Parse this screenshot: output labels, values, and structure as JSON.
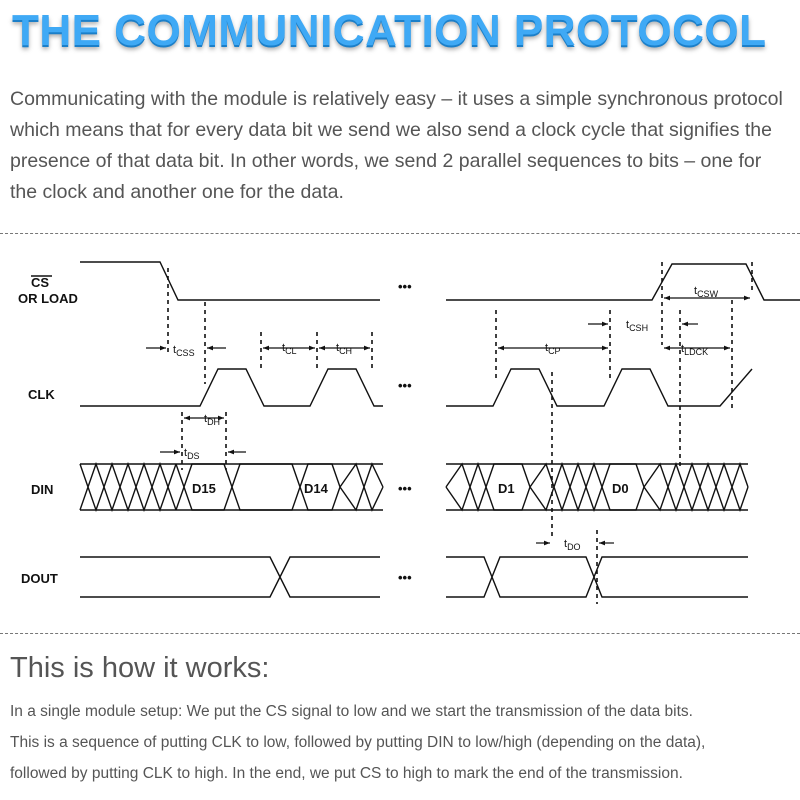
{
  "header": {
    "title": "THE COMMUNICATION PROTOCOL"
  },
  "intro": {
    "lines": [
      "Communicating with the module is relatively easy – it uses a simple synchronous protocol",
      "which means that for every data bit we send we also send a clock cycle that signifies the",
      "presence of that data bit. In other words, we send 2 parallel sequences to bits – one for",
      "the clock and another one for the data."
    ]
  },
  "diagram": {
    "signals": {
      "cs_bar": "CS",
      "cs_rest": "OR LOAD",
      "clk": "CLK",
      "din": "DIN",
      "dout": "DOUT"
    },
    "ellipsis": "•••",
    "data_bits": {
      "d15": "D15",
      "d14": "D14",
      "d1": "D1",
      "d0": "D0"
    },
    "timing": {
      "css": {
        "main": "t",
        "sub": "CSS"
      },
      "cl": {
        "main": "t",
        "sub": "CL"
      },
      "ch": {
        "main": "t",
        "sub": "CH"
      },
      "dh": {
        "main": "t",
        "sub": "DH"
      },
      "ds": {
        "main": "t",
        "sub": "DS"
      },
      "cp": {
        "main": "t",
        "sub": "CP"
      },
      "csh": {
        "main": "t",
        "sub": "CSH"
      },
      "csw": {
        "main": "t",
        "sub": "CSW"
      },
      "ldck": {
        "main": "t",
        "sub": "LDCK"
      },
      "do": {
        "main": "t",
        "sub": "DO"
      }
    }
  },
  "section": {
    "heading": "This is how it works:",
    "lines": [
      "In a single module setup: We put the CS signal to low and we start the transmission of the data bits.",
      "This is a sequence of putting CLK to low, followed by putting DIN to low/high (depending on the data),",
      "followed by putting CLK to high. In the end, we put CS to high to mark the end of the transmission."
    ]
  }
}
